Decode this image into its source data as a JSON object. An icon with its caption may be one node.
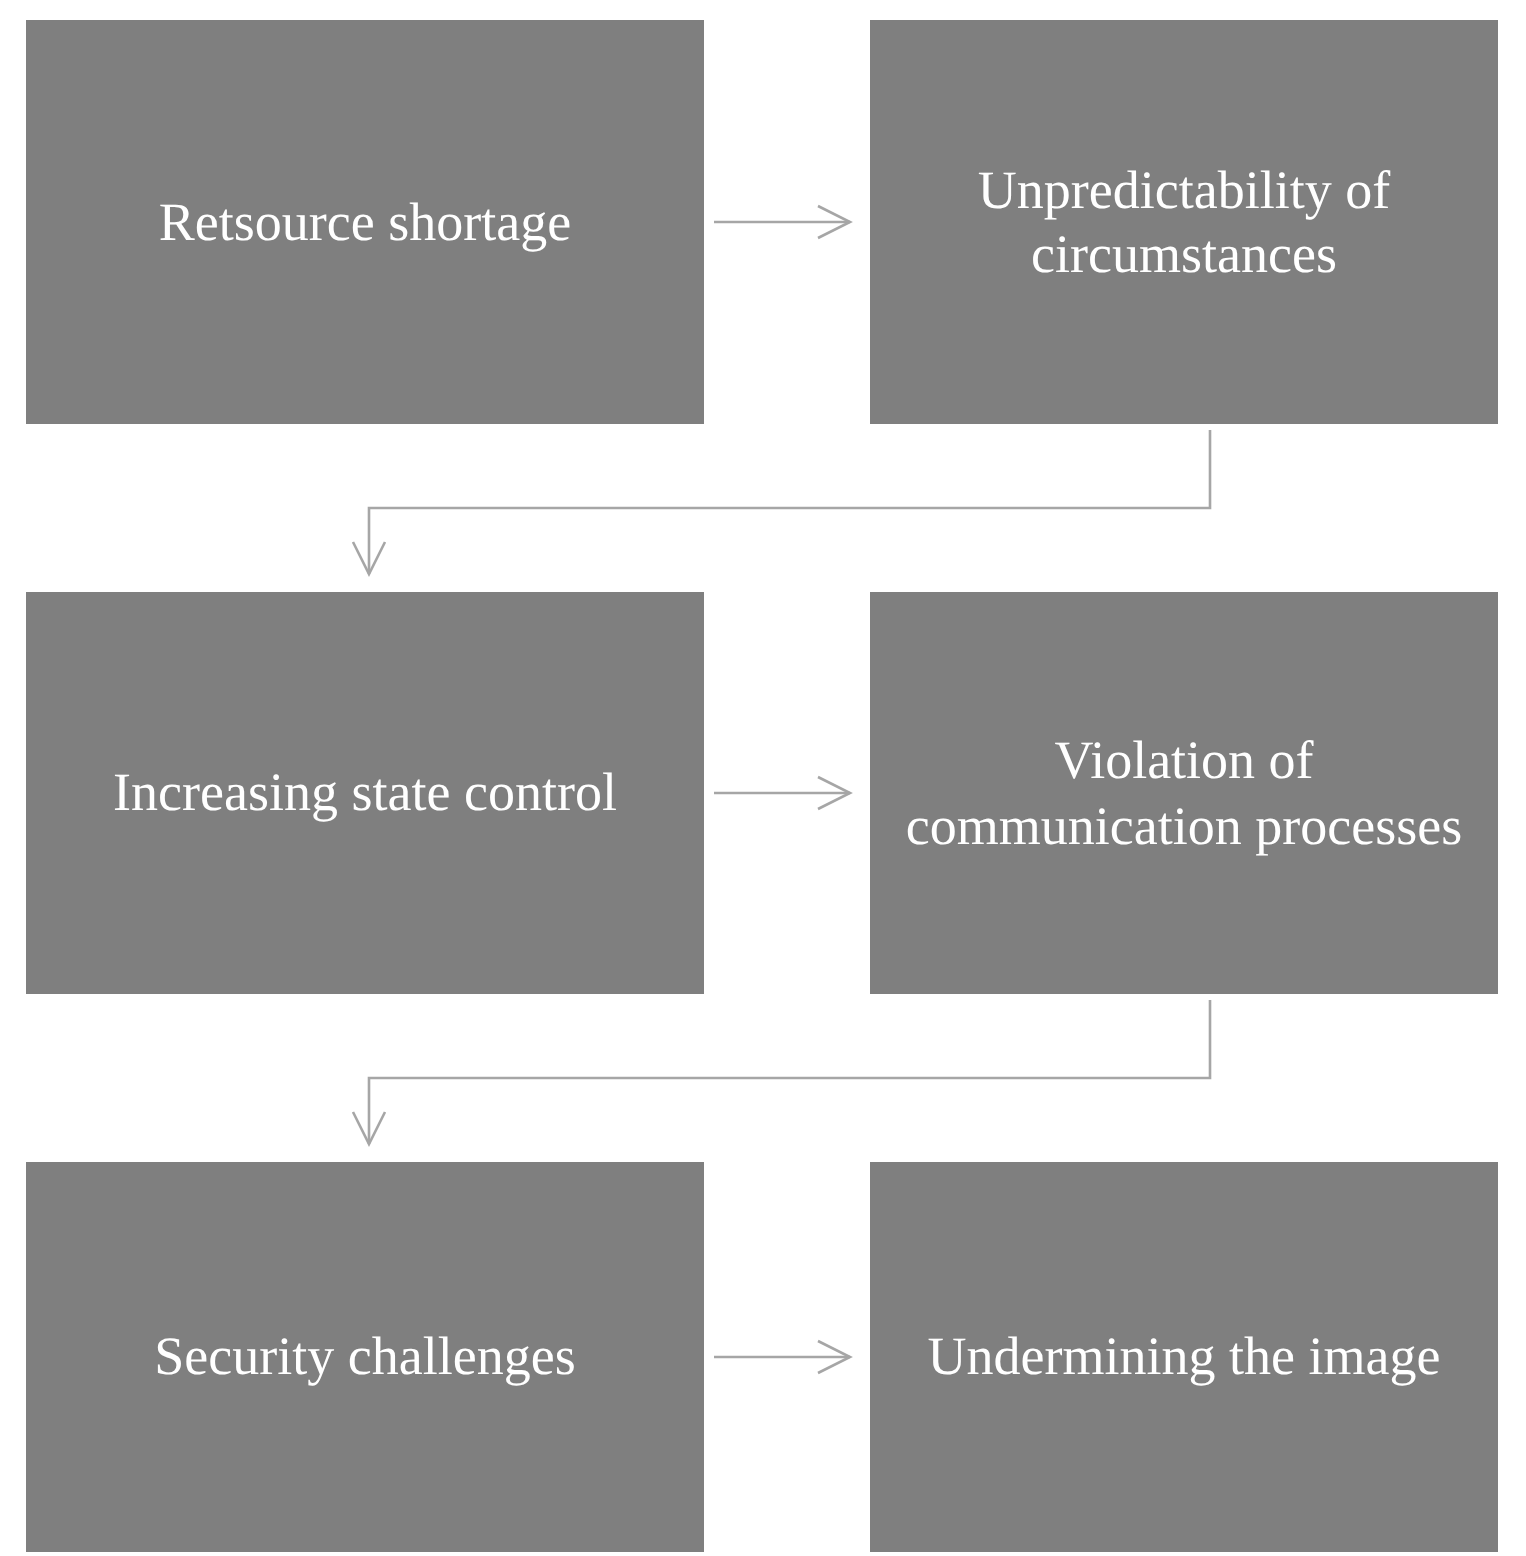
{
  "diagram": {
    "nodes": [
      {
        "text": [
          "Retsource shortage"
        ]
      },
      {
        "text": [
          "Unpredictability of circumstances"
        ]
      },
      {
        "text": [
          "Increasing state control"
        ]
      },
      {
        "text": [
          "Violation of communication processes"
        ]
      },
      {
        "text": [
          "Security challenges"
        ]
      },
      {
        "text": [
          "Undermining the image"
        ]
      }
    ],
    "edges": [
      {
        "from": 0,
        "to": 1,
        "arrow": "to"
      },
      {
        "from": 1,
        "to": 2,
        "arrow": "to"
      },
      {
        "from": 2,
        "to": 3,
        "arrow": "to"
      },
      {
        "from": 3,
        "to": 4,
        "arrow": "to"
      },
      {
        "from": 4,
        "to": 5,
        "arrow": "to"
      }
    ]
  }
}
